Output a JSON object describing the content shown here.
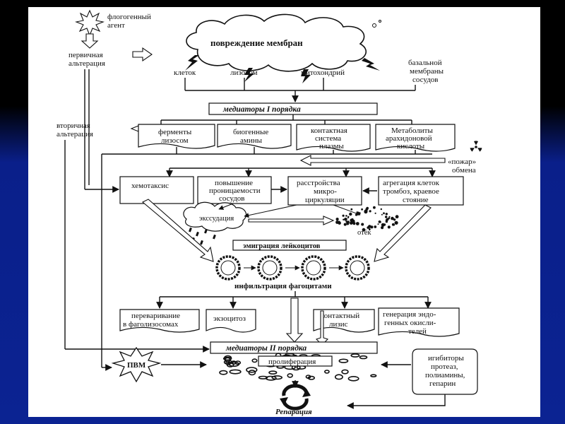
{
  "labels": {
    "flogogenic_agent": [
      "флогогенный",
      "агент"
    ],
    "primary_alteration": [
      "первичная",
      "альтерация"
    ],
    "membrane_damage": "повреждение мембран",
    "cells": "клеток",
    "lysosomes": "лизосом",
    "mitochondria": "митохондрий",
    "basal_membrane": [
      "базальной",
      "мембраны",
      "сосудов"
    ],
    "mediators_1": "медиаторы I порядка",
    "secondary_alteration": [
      "вторичная",
      "альтерация"
    ],
    "lysosome_enzymes": [
      "ферменты",
      "лизосом"
    ],
    "biogenic_amines": [
      "биогенные",
      "амины"
    ],
    "contact_system": [
      "контактная",
      "система",
      "плазмы"
    ],
    "arachidonic_metabolites": [
      "Метаболиты",
      "арахидоновой",
      "кислоты"
    ],
    "fire_exchange": [
      "«пожар»",
      "обмена"
    ],
    "chemotaxis": "хемотаксис",
    "permeability": [
      "повышение",
      "проницаемости",
      "сосудов"
    ],
    "microcirculation": [
      "расстройства",
      "микро-",
      "циркуляции"
    ],
    "aggregation": [
      "агрегация клеток",
      "тромбоз, краевое",
      "стояние"
    ],
    "exudation": "экссудация",
    "edema": "отёк",
    "leukocyte_emigration": "эмиграция лейкоцитов",
    "phagocyte_infiltration": "инфильтрация фагоцитами",
    "digestion": [
      "переваривание",
      "в фаголизосомах"
    ],
    "exocytosis": "экзоцитоз",
    "contact_lysis": [
      "контактный",
      "лизис"
    ],
    "oxidant_generation": [
      "генерация эндо-",
      "генных окисли-",
      "телей"
    ],
    "mediators_2": "медиаторы II порядка",
    "pvm": "ПВМ",
    "proliferation": "пролиферация",
    "inhibitors": [
      "игибиторы",
      "протеаз,",
      "полиамины,",
      "гепарин"
    ],
    "reparation": "Репарация"
  },
  "icons": {
    "agent_symbol": "starburst-icon",
    "radiation_symbol": "radiation-icon"
  },
  "colors": {
    "background_top": "#000000",
    "background_bottom": "#0b2392",
    "slide": "#ffffff",
    "ink": "#111111"
  }
}
